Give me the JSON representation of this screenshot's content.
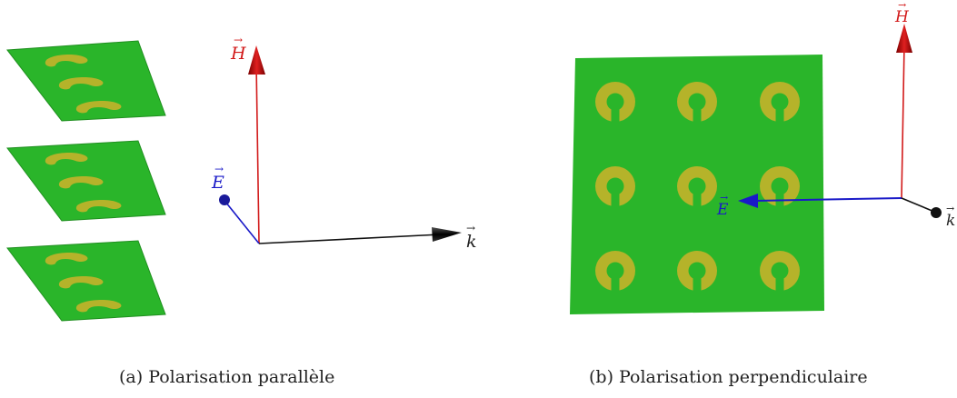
{
  "figure_a": {
    "caption": "(a) Polarisation parallèle",
    "labels": {
      "h": "H",
      "e": "E",
      "k": "k",
      "vector_mark": "→"
    }
  },
  "figure_b": {
    "caption": "(b) Polarisation perpendiculaire",
    "labels": {
      "h": "H",
      "e": "E",
      "k": "k",
      "vector_mark": "→"
    },
    "grid_rows": 3,
    "grid_cols": 3
  },
  "colors": {
    "plate": "#2ab52a",
    "plate_edge": "#1f8f1f",
    "ring": "#b5b32a",
    "h_vector": "#d21a1a",
    "e_vector": "#1a1ac8",
    "k_vector": "#111111"
  }
}
